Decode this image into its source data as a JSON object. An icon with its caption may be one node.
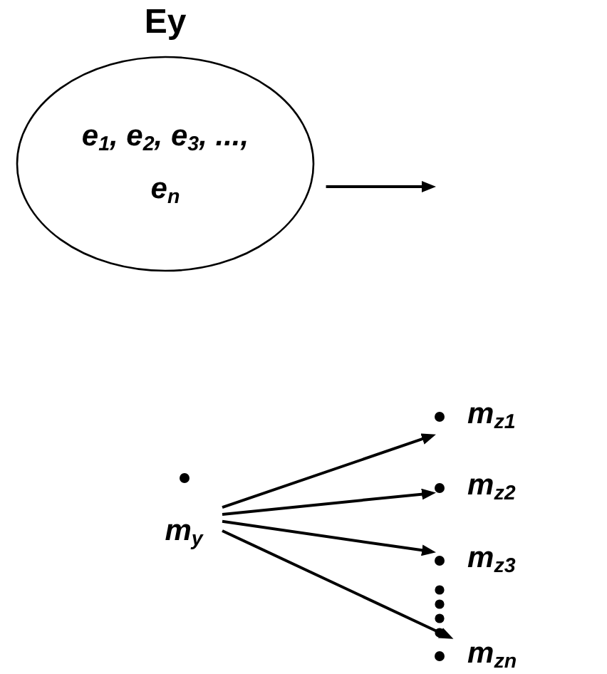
{
  "diagram": {
    "nodes": [
      {
        "text": [
          "Ey",
          "e$_{1}$, e$_{2}$, e$_{3}$, ..., e$_{n}$"
        ]
      },
      {
        "text": [
          "m$_{y}$"
        ]
      },
      {
        "text": [
          "m$_{z1}$"
        ]
      },
      {
        "text": [
          "m$_{z2}$"
        ]
      },
      {
        "text": [
          "m$_{z3}$"
        ]
      },
      {
        "text": [
          "m$_{zn}$"
        ]
      }
    ],
    "edges": [
      {
        "from": 0,
        "to": null,
        "arrow": "to"
      },
      {
        "from": 1,
        "to": 2,
        "arrow": "to"
      },
      {
        "from": 1,
        "to": 3,
        "arrow": "to"
      },
      {
        "from": 1,
        "to": 4,
        "arrow": "to"
      },
      {
        "from": 1,
        "to": 5,
        "arrow": "to"
      }
    ]
  }
}
